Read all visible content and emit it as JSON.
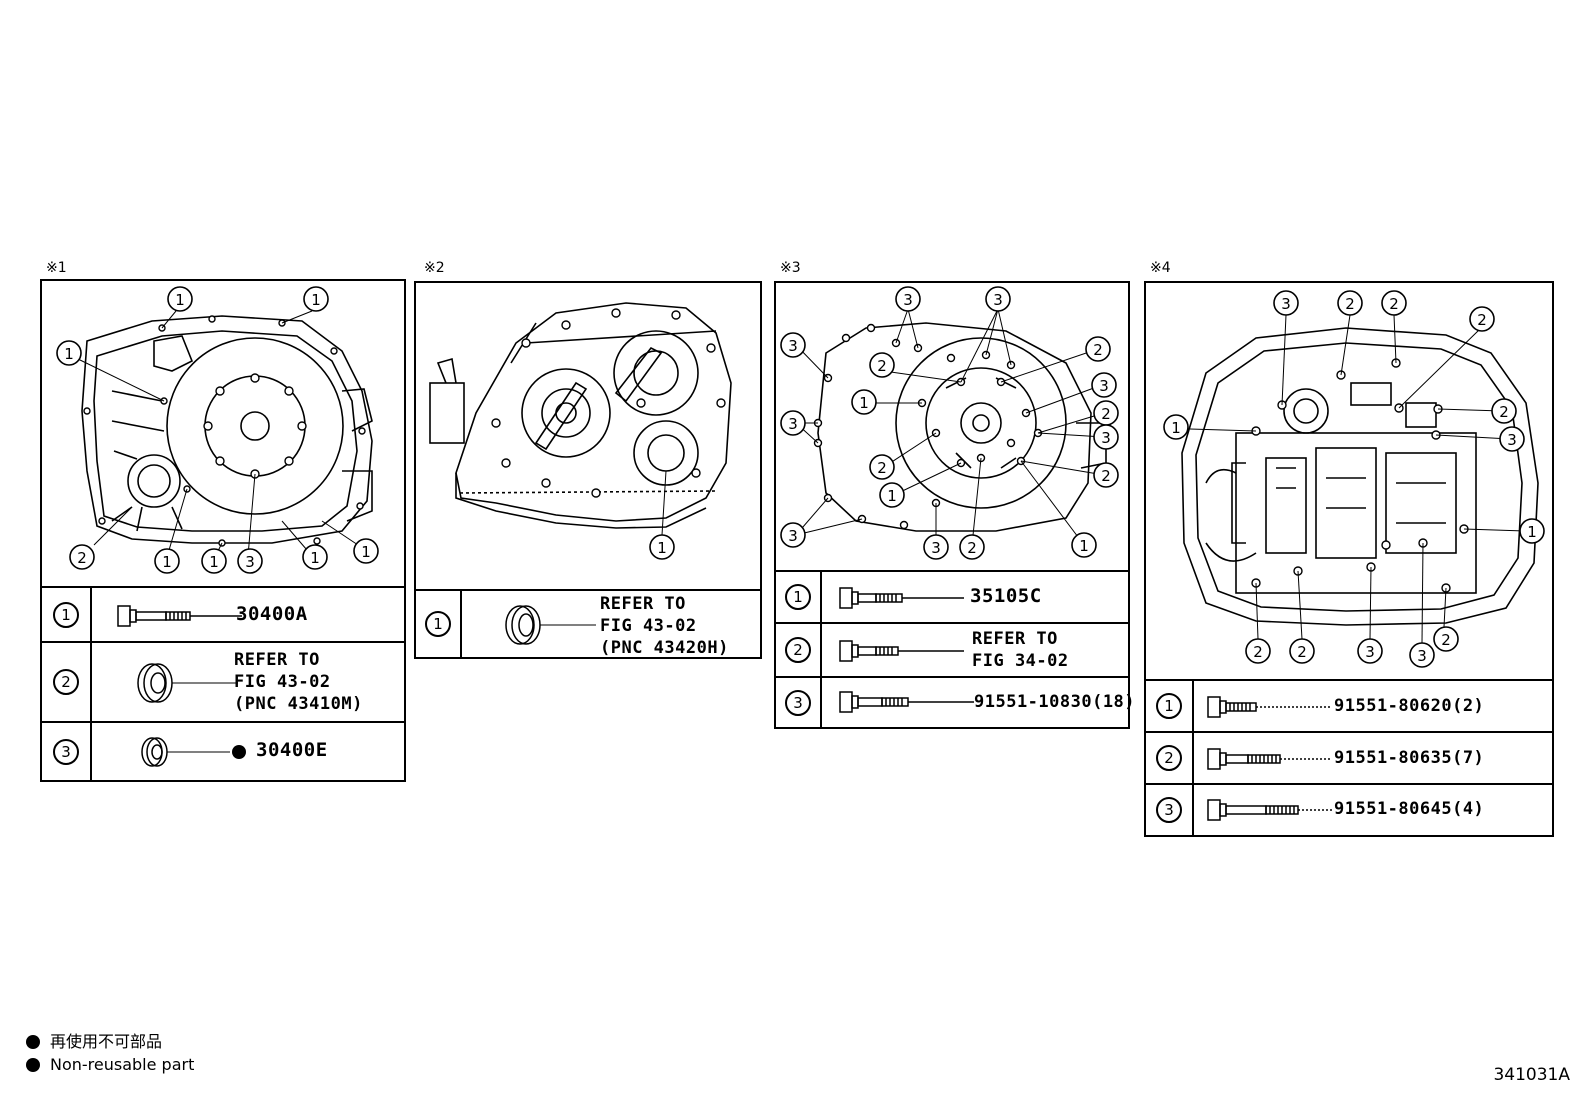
{
  "panels": [
    {
      "mark": "※1",
      "parts": [
        {
          "num": "1",
          "lines": [
            "30400A"
          ]
        },
        {
          "num": "2",
          "lines": [
            "REFER TO",
            "FIG 43-02",
            "(PNC 43410M)"
          ]
        },
        {
          "num": "3",
          "lines": [
            "30400E"
          ],
          "non_reusable": true
        }
      ]
    },
    {
      "mark": "※2",
      "parts": [
        {
          "num": "1",
          "lines": [
            "REFER TO",
            "FIG 43-02",
            "(PNC 43420H)"
          ]
        }
      ]
    },
    {
      "mark": "※3",
      "parts": [
        {
          "num": "1",
          "lines": [
            "35105C"
          ]
        },
        {
          "num": "2",
          "lines": [
            "REFER TO",
            "FIG 34-02"
          ]
        },
        {
          "num": "3",
          "lines": [
            "91551-10830(18)"
          ]
        }
      ]
    },
    {
      "mark": "※4",
      "parts": [
        {
          "num": "1",
          "lines": [
            "91551-80620(2)"
          ]
        },
        {
          "num": "2",
          "lines": [
            "91551-80635(7)"
          ]
        },
        {
          "num": "3",
          "lines": [
            "91551-80645(4)"
          ]
        }
      ]
    }
  ],
  "legend": {
    "japanese": "再使用不可部品",
    "english": "Non-reusable part"
  },
  "figure_number": "341031A"
}
